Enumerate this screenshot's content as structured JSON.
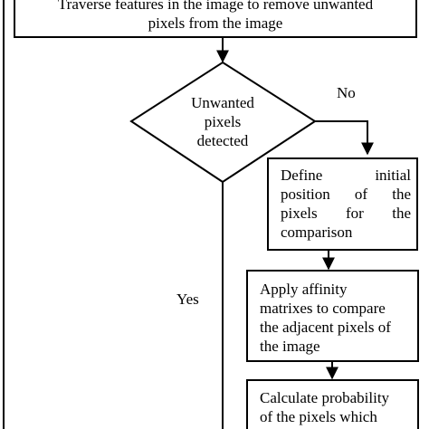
{
  "diagram": {
    "top_box": {
      "line1": "Traverse features in the image to remove unwanted",
      "line2": "pixels from the image"
    },
    "decision": {
      "line1": "Unwanted",
      "line2": "pixels",
      "line3": "detected"
    },
    "label_no": "No",
    "label_yes": "Yes",
    "box_define": {
      "line1_a": "Define",
      "line1_b": "initial",
      "line2_a": "position",
      "line2_b": "of",
      "line2_c": "the",
      "line3_a": "pixels",
      "line3_b": "for",
      "line3_c": "the",
      "line4": "comparison"
    },
    "box_affinity": {
      "line1": "Apply affinity",
      "line2": "matrixes to compare",
      "line3": "the adjacent pixels of",
      "line4": "the image"
    },
    "box_probability": {
      "line1": "Calculate probability",
      "line2": "of the pixels which"
    }
  }
}
